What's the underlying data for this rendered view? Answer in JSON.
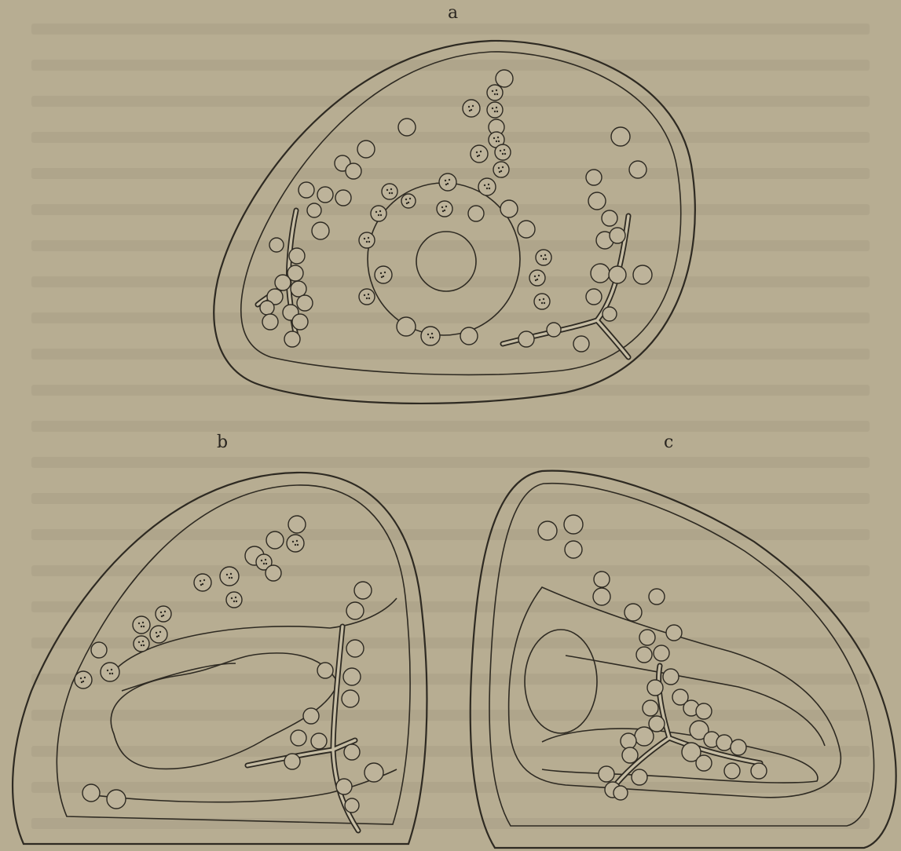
{
  "figure": {
    "panels": [
      {
        "id": "a",
        "label": "a"
      },
      {
        "id": "b",
        "label": "b"
      },
      {
        "id": "c",
        "label": "c"
      }
    ]
  },
  "colors": {
    "paper": "#b7ad92",
    "ink": "#2e2a22"
  }
}
